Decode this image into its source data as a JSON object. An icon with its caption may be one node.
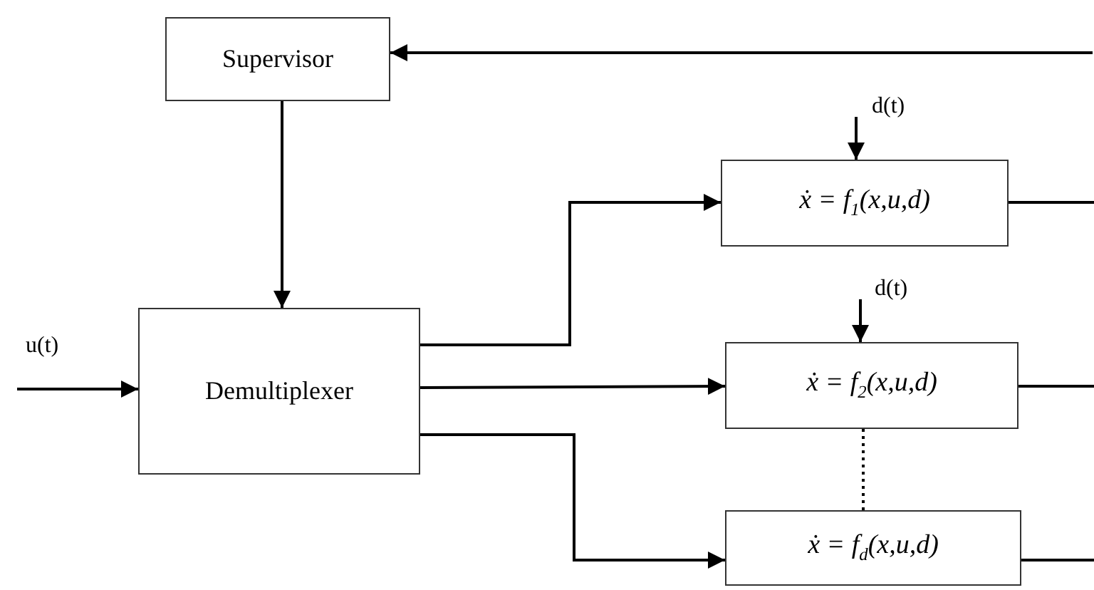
{
  "diagram": {
    "nodes": [
      {
        "text": [
          "Supervisor"
        ]
      },
      {
        "text": [
          "Demultiplexer"
        ]
      },
      {
        "text": [
          "ẋ = f$_{1}$(x,u,d)"
        ]
      },
      {
        "text": [
          "ẋ = f$_{2}$(x,u,d)"
        ]
      },
      {
        "text": [
          "ẋ = f$_{d}$(x,u,d)"
        ]
      }
    ],
    "edges": [
      {
        "from": null,
        "to": 0,
        "arrow": "to"
      },
      {
        "from": 0,
        "to": 1,
        "arrow": "to"
      },
      {
        "from": null,
        "to": 1,
        "arrow": "to",
        "label": "u(t)"
      },
      {
        "from": 1,
        "to": 2,
        "arrow": "to"
      },
      {
        "from": 1,
        "to": 3,
        "arrow": "to"
      },
      {
        "from": 1,
        "to": 4,
        "arrow": "to"
      },
      {
        "from": null,
        "to": 2,
        "arrow": "to",
        "label": "d(t)"
      },
      {
        "from": null,
        "to": 3,
        "arrow": "to",
        "label": "d(t)"
      },
      {
        "from": 2,
        "to": null,
        "arrow": "none"
      },
      {
        "from": 3,
        "to": null,
        "arrow": "none"
      },
      {
        "from": 4,
        "to": null,
        "arrow": "none"
      },
      {
        "from": 3,
        "to": 4,
        "arrow": "none",
        "style": "dashed"
      }
    ]
  }
}
